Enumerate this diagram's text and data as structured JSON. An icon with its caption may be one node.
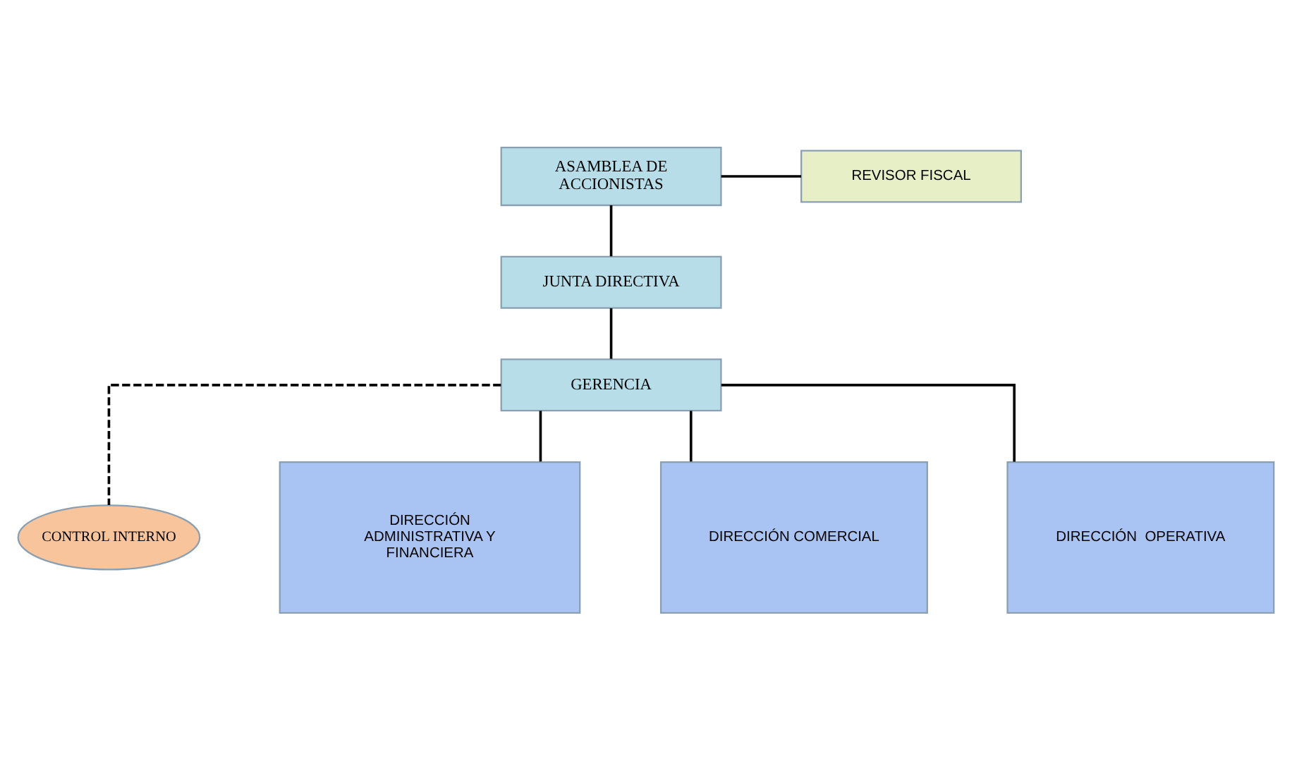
{
  "diagram": {
    "nodes": [
      {
        "text": [
          "ASAMBLEA DE ACCIONISTAS"
        ]
      },
      {
        "text": [
          "REVISOR FISCAL"
        ]
      },
      {
        "text": [
          "JUNTA DIRECTIVA"
        ]
      },
      {
        "text": [
          "GERENCIA"
        ]
      },
      {
        "text": [
          "CONTROL INTERNO"
        ]
      },
      {
        "text": [
          "DIRECCIÓN  ADMINISTRATIVA Y FINANCIERA"
        ]
      },
      {
        "text": [
          "DIRECCIÓN COMERCIAL"
        ]
      },
      {
        "text": [
          "DIRECCIÓN  OPERATIVA"
        ]
      }
    ],
    "edges": [
      {
        "from": 0,
        "to": 1,
        "arrow": "none"
      },
      {
        "from": 0,
        "to": 2,
        "arrow": "none"
      },
      {
        "from": 2,
        "to": 3,
        "arrow": "none"
      },
      {
        "from": 3,
        "to": 4,
        "arrow": "none",
        "style": "dashed"
      },
      {
        "from": 3,
        "to": 5,
        "arrow": "none"
      },
      {
        "from": 3,
        "to": 6,
        "arrow": "none"
      },
      {
        "from": 3,
        "to": 7,
        "arrow": "none"
      }
    ]
  }
}
